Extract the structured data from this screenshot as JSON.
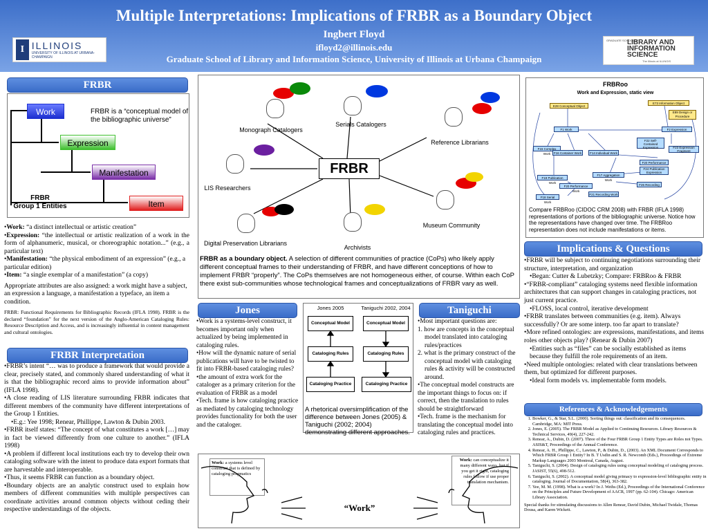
{
  "header": {
    "title": "Multiple Interpretations: Implications of FRBR as a Boundary Object",
    "author": "Ingbert Floyd",
    "email": "ifloyd2@illinois.edu",
    "affiliation": "Graduate School of Library and Information Science, University of Illinois at Urbana Champaign",
    "logo_left_name": "ILLINOIS",
    "logo_left_sub": "UNIVERSITY OF ILLINOIS AT URBANA-CHAMPAIGN",
    "logo_right_top": "GRADUATE SCHOOL OF",
    "logo_right_name": "LIBRARY AND INFORMATION SCIENCE",
    "logo_right_sub": "The Illinois at ILLINOIS"
  },
  "frbr": {
    "heading": "FRBR",
    "boxes": [
      "Work",
      "Expression",
      "Manifestation",
      "Item"
    ],
    "box_colors": [
      "#1c2fd0",
      "#3fbf2f",
      "#7a2fa8",
      "#e01f1f"
    ],
    "quote": "FRBR is a “conceptual model of the bibliographic universe”",
    "group_label": "FRBR\nGroup 1 Entities",
    "defs": [
      {
        "term": "Work:",
        "text": " “a distinct intellectual or artistic creation”"
      },
      {
        "term": "Expression:",
        "text": " “the intellectual or artistic realization of a work in the form of alphanumeric, musical, or choreographic notation...” (e.g., a particular text)"
      },
      {
        "term": "Manifestation:",
        "text": " “the physical embodiment of an expression” (e.g., a particular edition)"
      },
      {
        "term": "Item:",
        "text": " “a single exemplar of a manifestation” (a copy)"
      }
    ],
    "attributes": "Appropriate attributes are also assigned: a work might have a subject, an expression a language, a manifestation a typeface, an item a condition.",
    "footnote": "FRBR: Functional Requirements for Bibliographic Records (IFLA 1998). FRBR is the declared “foundation” for the next version of the Anglo-American Cataloging Rules: Resource Description and Access, and is increasingly influential in content management and cultural ontologies."
  },
  "interp": {
    "heading": "FRBR Interpretation",
    "paragraphs": [
      "•FRBR’s intent “… was to produce a framework that would provide a clear, precisely stated, and commonly shared understanding of what it is that the bibliographic record aims to provide information about” (IFLA 1998).",
      "•A close reading of LIS literature surrounding FRBR indicates that different members of the community have different interpretations of the Group 1 Entities.",
      "•E.g.: Yee 1998; Renear, Phillippe, Lawton & Dubin 2003.",
      "•FRBR itself states: “The concept of what constitutes a work […] may in fact be viewed differently from one culture to another.” (IFLA 1998)",
      "•A problem if different local institutions each try to develop their own cataloging software with the intent to produce data export formats that are harvestable and interoperable.",
      "•Thus, it seems FRBR can function as a boundary object.",
      "•Boundary objects are an analytic construct used to explain how members of different communities with multiple perspectives can coordinate activities around common objects without ceding their respective understandings of the objects."
    ]
  },
  "center": {
    "frbr_label": "FRBR",
    "communities": [
      "Monograph Catalogers",
      "Serials Catalogers",
      "Reference Librarians",
      "LIS Researchers",
      "Museum Community",
      "Digital Preservation Librarians",
      "Archivists"
    ],
    "caption_bold": "FRBR as a boundary object.",
    "caption": " A selection of different communities of practice (CoPs) who likely apply different conceptual frames to their understanding of FRBR, and have different conceptions of how to implement FRBR “properly”. The CoPs themselves are not homogeneous either, of course. Within each CoP there exist sub-communities whose technological frames and conceptualizations of FRBR vary as well."
  },
  "frbroo": {
    "title": "FRBRoo",
    "subtitle": "Work and Expression, static view",
    "caption": "Compare FRBRoo (CIDOC CRM 2008) with FRBR (IFLA 1998) representations of portions of the bibliographic universe. Notice how the representations have changed over time. The FRBRoo representation does not include manifestations or items.",
    "nodes": [
      "E28 Conceptual Object",
      "E73 Information Object",
      "E89 Design or Procedure",
      "F1 Work",
      "F2 Expression",
      "F22 Self-Contained Expression",
      "F23 Expression Fragment",
      "F15 Complex Work",
      "F14 Individual Work",
      "F16 Container Work",
      "F20 Performance Plan",
      "F24 Publication Expression",
      "F17 Aggregation Work",
      "F19 Publication Work",
      "F26 Recording",
      "F20 Performance Work",
      "F21 Recording Work",
      "F18 Serial Work"
    ]
  },
  "jones": {
    "heading": "Jones",
    "items": [
      "•Work is a systems-level construct, it becomes important only when actualized by being implemented in cataloging rules.",
      "•How will the dynamic nature of serial publications will have to be twisted to fit into FRBR-based cataloging rules?",
      "•the amount of extra work for the cataloger as a primary criterion for the evaluation of FRBR as a model",
      "•Tech. frame is how cataloging practice as mediated by cataloging technology provides functionality for both the user and the cataloger."
    ]
  },
  "compare": {
    "col1": "Jones 2005",
    "col2": "Taniguchi 2002, 2004",
    "boxes": [
      "Conceptual Model",
      "Cataloging Rules",
      "Cataloging Practice"
    ],
    "caption": "A rhetorical oversimplification of the difference between Jones (2005) & Taniguchi (2002; 2004) demonstrating different approaches."
  },
  "taniguchi": {
    "heading": "Taniguchi",
    "items": [
      "•Most important questions are:",
      "1. how are concepts in the conceptual model translated into cataloging rules/practices",
      "2. what is the primary construct of the conceptual model with cataloging rules & activity will be constructed around.",
      "•The conceptual model constructs are the important things to focus on: if correct, then the translation to rules should be straightforward",
      "•Tech. frame is the mechanism for translating the conceptual model into cataloging rules and practices."
    ]
  },
  "work_panel": {
    "left_bold": "Work:",
    "left": " a systems level construct that is defined by cataloging pragmatics",
    "right_bold": "Work:",
    "right": " can conceptualize it many different ways, but if you get it right, cataloging rules follow if use proper translation mechanism.",
    "label": "“Work”"
  },
  "implications": {
    "heading": "Implications & Questions",
    "items": [
      "•FRBR will be subject to continuing negotiations surrounding their structure, interpretation, and organization",
      "•Began: Cutter & Lubetzky; Compare: FRBRoo & FRBR",
      "•“FRBR-compliant” cataloging systems need flexible information architectures that can support changes in cataloging practices, not just current practice.",
      "•FLOSS, local control, iterative development",
      "•FRBR translates between communities (e.g. item). Always successfully? Or are some interp. too far apart to translate?",
      "•More refined ontologies: are expressions, manifestations, and items roles other objects play? (Renear & Dubin 2007)",
      "•Entities such as “files” can be socially established as items because they fulfill the role requirements of an item.",
      "•Need multiple ontologies: related with clear translations between them, but optimized for different purposes.",
      "•Ideal form models vs. implementable form models."
    ]
  },
  "refs": {
    "heading": "References & Acknowledgements",
    "items": [
      "Bowker, G., & Star, S.L. (2000). Sorting things out: classification and its consequences. Cambridge, MA: MIT Press.",
      "Jones, E. (2005). The FRBR Model as Applied to Continuing Resources. Library Resources & Technical Services, 49(4), 227-242.",
      "Renear, A., Dubin, D. (2007). Three of the Four FRBR Group 1 Entity Types are Roles not Types. ASIS&T, Proceedings of the Annual Conference.",
      "Renear, A. H., Phillippe, C., Lawton, P., & Dubin, D., (2003). An XML Document Corresponds to Which FRBR Group 1 Entity? In B. T Usdin and S. R. Newcomb (Eds.), Proceedings of Extreme Markup Languages 2003 Montreal, Canada, August.",
      "Taniguchi, S. (2004). Design of cataloging rules using conceptual modeling of cataloging process. JASIST, 55(6), 498-512.",
      "Taniguchi, S. (2002). A conceptual model giving primacy to expression-level bibliographic entity in cataloging. Journal of Documentation, 58(4), 363-382.",
      "Yee, M. M. (1998). What is a work? In J. Weihs (Ed.), Proceedings of the International Conference on the Principles and Future Development of AACR, 1997 (pp. 62-104). Chicago: American Library Association."
    ],
    "thanks": "Special thanks for stimulating discussions to Allen Renear, David Dubin, Michael Twidale, Thomas Dousa, and Karen Wickett."
  }
}
